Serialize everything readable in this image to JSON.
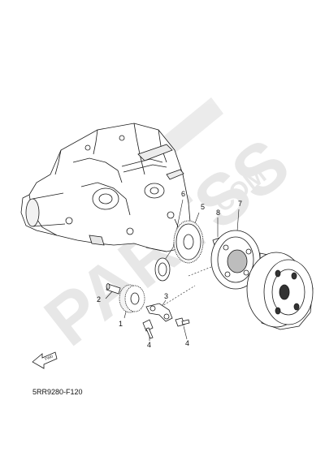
{
  "diagram": {
    "reference_code": "5RR9280-F120",
    "fwd_label": "FWD",
    "callouts": [
      "1",
      "2",
      "3",
      "4",
      "4",
      "5",
      "6",
      "7",
      "8"
    ]
  },
  "watermark": {
    "text": "PARTSS",
    "suffix": ".COM",
    "color": "#c9c9c9"
  },
  "colors": {
    "line": "#1a1a1a",
    "shade": "#e2e2e2",
    "dark_shade": "#9a9a9a"
  }
}
